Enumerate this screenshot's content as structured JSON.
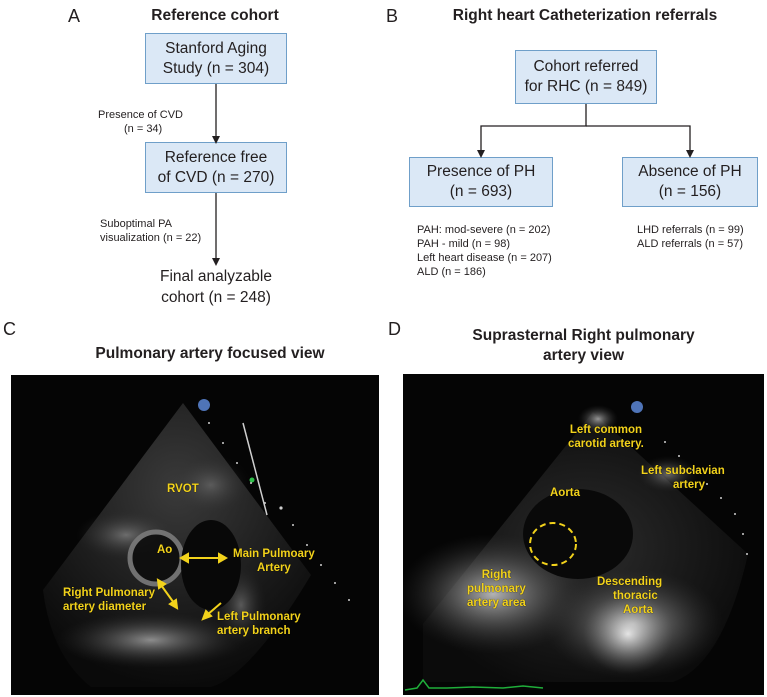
{
  "panelA": {
    "letter": "A",
    "title": "Reference cohort",
    "box1": [
      "Stanford Aging",
      "Study (n = 304)"
    ],
    "excl1": [
      "Presence of CVD",
      "(n = 34)"
    ],
    "box2": [
      "Reference free",
      "of CVD (n = 270)"
    ],
    "excl2": [
      "Suboptimal PA",
      "visualization (n = 22)"
    ],
    "final": [
      "Final analyzable",
      "cohort (n = 248)"
    ]
  },
  "panelB": {
    "letter": "B",
    "title": "Right heart Catheterization referrals",
    "top_box": [
      "Cohort referred",
      "for RHC (n = 849)"
    ],
    "left_box": [
      "Presence of PH",
      "(n = 693)"
    ],
    "right_box": [
      "Absence of PH",
      "(n = 156)"
    ],
    "left_list": [
      "PAH: mod-severe (n = 202)",
      "PAH - mild (n = 98)",
      "Left heart disease (n = 207)",
      "ALD (n = 186)"
    ],
    "right_list": [
      "LHD referrals (n = 99)",
      "ALD referrals (n = 57)"
    ]
  },
  "panelC": {
    "letter": "C",
    "title": "Pulmonary artery focused view",
    "labels": {
      "rvot": "RVOT",
      "ao": "Ao",
      "main_pa": [
        "Main Pulmoary",
        "Artery"
      ],
      "right_pa": [
        "Right Pulmonary",
        "artery diameter"
      ],
      "left_pa": [
        "Left Pulmonary",
        "artery branch"
      ]
    },
    "accent": "#f2d21b"
  },
  "panelD": {
    "letter": "D",
    "title": [
      "Suprasternal Right pulmonary",
      "artery view"
    ],
    "labels": {
      "lcca": [
        "Left common",
        "carotid artery."
      ],
      "lsa": [
        "Left subclavian",
        "artery"
      ],
      "aorta": "Aorta",
      "rpa": [
        "Right",
        "pulmonary",
        "artery area"
      ],
      "desc": [
        "Descending",
        "thoracic",
        "Aorta"
      ]
    },
    "accent": "#f2d21b",
    "ecg_color": "#1fae3a"
  }
}
